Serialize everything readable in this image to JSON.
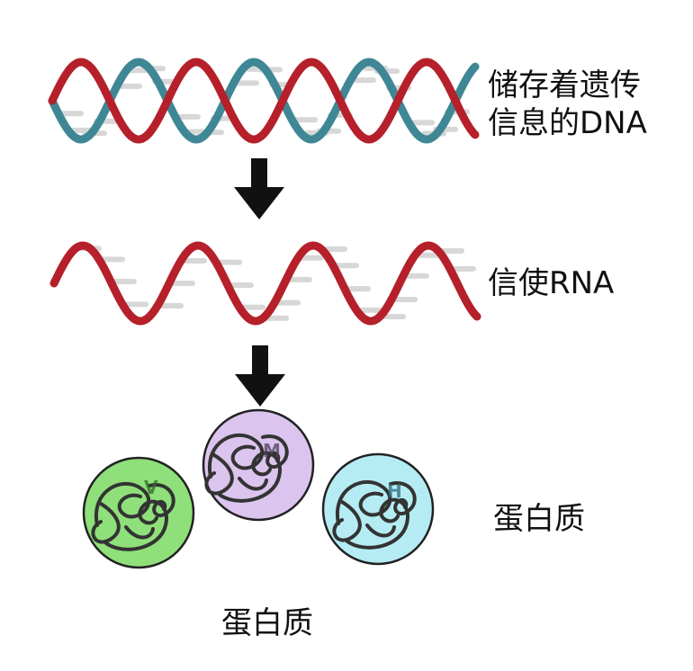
{
  "labels": {
    "dna_line1": "储存着遗传",
    "dna_line2": "信息的DNA",
    "rna": "信使RNA",
    "protein_right": "蛋白质",
    "protein_bottom": "蛋白质"
  },
  "proteins": [
    {
      "letter": "V",
      "fill": "#8fe07a",
      "ring": "#2f6a2a"
    },
    {
      "letter": "M",
      "fill": "#dbc4ee",
      "ring": "#4d3f5a"
    },
    {
      "letter": "H",
      "fill": "#b5ecf4",
      "ring": "#2c6a78"
    }
  ],
  "colors": {
    "strand_red": "#b5202a",
    "strand_teal": "#3f8795",
    "rung": "#d7d7d7",
    "arrow": "#111111",
    "protein_line": "#333333"
  }
}
